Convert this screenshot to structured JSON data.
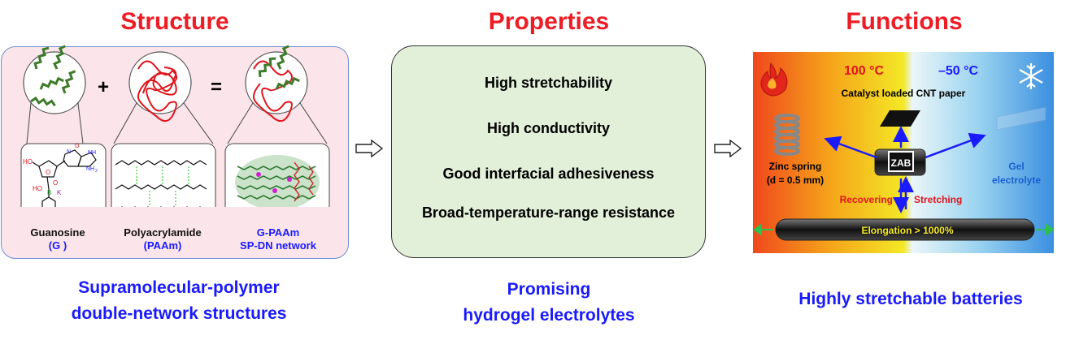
{
  "headings": {
    "structure": "Structure",
    "properties": "Properties",
    "functions": "Functions"
  },
  "structure": {
    "plus": "+",
    "equals": "=",
    "guanosine_label": "Guanosine",
    "guanosine_abbr": "(G )",
    "paam_label": "Polyacrylamide",
    "paam_abbr": "(PAAm)",
    "gpaam_label": "G-PAAm",
    "gpaam_sub": "SP-DN network",
    "molecule_labels": {
      "ho1": "HO",
      "ho2": "HO",
      "o1": "O",
      "o2": "O",
      "b": "B",
      "k": "K",
      "nh2": "NH",
      "nh2_sub": "2",
      "n": "N",
      "nh": "NH",
      "o3": "O"
    },
    "caption_line1": "Supramolecular-polymer",
    "caption_line2": "double-network  structures"
  },
  "properties": {
    "items": [
      "High stretchability",
      "High conductivity",
      "Good interfacial adhesiveness",
      "Broad-temperature-range resistance"
    ],
    "caption_line1": "Promising",
    "caption_line2": "hydrogel electrolytes"
  },
  "functions": {
    "temp_hot": "100 °C",
    "temp_cold": "–50 °C",
    "catalyst_label": "Catalyst loaded  CNT paper",
    "zab_label": "ZAB",
    "zinc_label_1": "Zinc spring",
    "zinc_label_2": "(d = 0.5 mm)",
    "gel_label_1": "Gel",
    "gel_label_2": "electrolyte",
    "recovering": "Recovering",
    "stretching": "Stretching",
    "elongation": "Elongation > 1000%",
    "caption": "Highly stretchable batteries"
  },
  "colors": {
    "heading_red": "#ee1c24",
    "caption_blue": "#1a1aff",
    "structure_bg": "#fbe5ea",
    "properties_bg": "#e2efd9",
    "chain_green": "#3d7a2a",
    "polymer_red": "#e0141c"
  },
  "icons": [
    "fire-icon",
    "snowflake-icon",
    "hollow-right-arrow-icon"
  ]
}
